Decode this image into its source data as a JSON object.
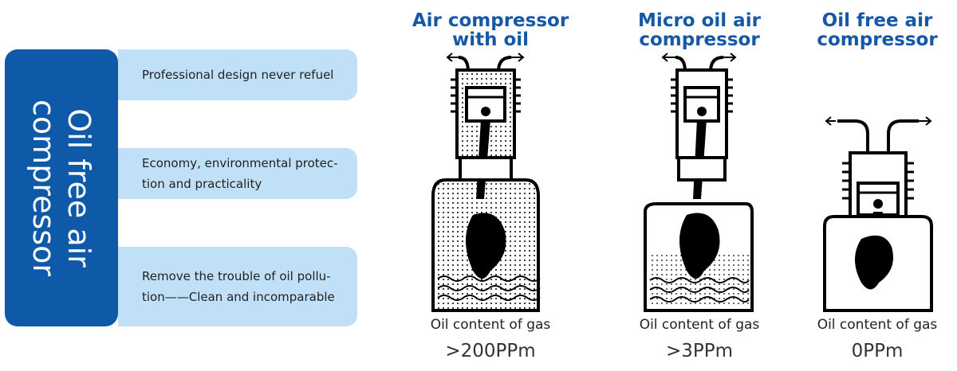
{
  "title": {
    "line1": "Oil free air",
    "line2": "compressor"
  },
  "features": [
    {
      "lines": [
        "Professional design never refuel"
      ]
    },
    {
      "lines": [
        "Economy, environmental protec-",
        "tion and practicality"
      ]
    },
    {
      "lines": [
        "Remove the trouble of oil pollu-",
        "tion——Clean and incomparable"
      ]
    }
  ],
  "compressors": [
    {
      "heading": [
        "Air compressor",
        "with oil"
      ],
      "oil_label": "Oil content of gas",
      "oil_value": ">200PPm",
      "icon": "oil-lubricated-compressor-icon"
    },
    {
      "heading": [
        "Micro oil air",
        "compressor"
      ],
      "oil_label": "Oil content of gas",
      "oil_value": ">3PPm",
      "icon": "micro-oil-compressor-icon"
    },
    {
      "heading": [
        "Oil free air",
        "compressor"
      ],
      "oil_label": "Oil content of gas",
      "oil_value": "0PPm",
      "icon": "oil-free-compressor-icon"
    }
  ],
  "colors": {
    "title_bg": "#0e5aa8",
    "feature_bg": "#bfe0f6",
    "heading_text": "#1558a8"
  }
}
